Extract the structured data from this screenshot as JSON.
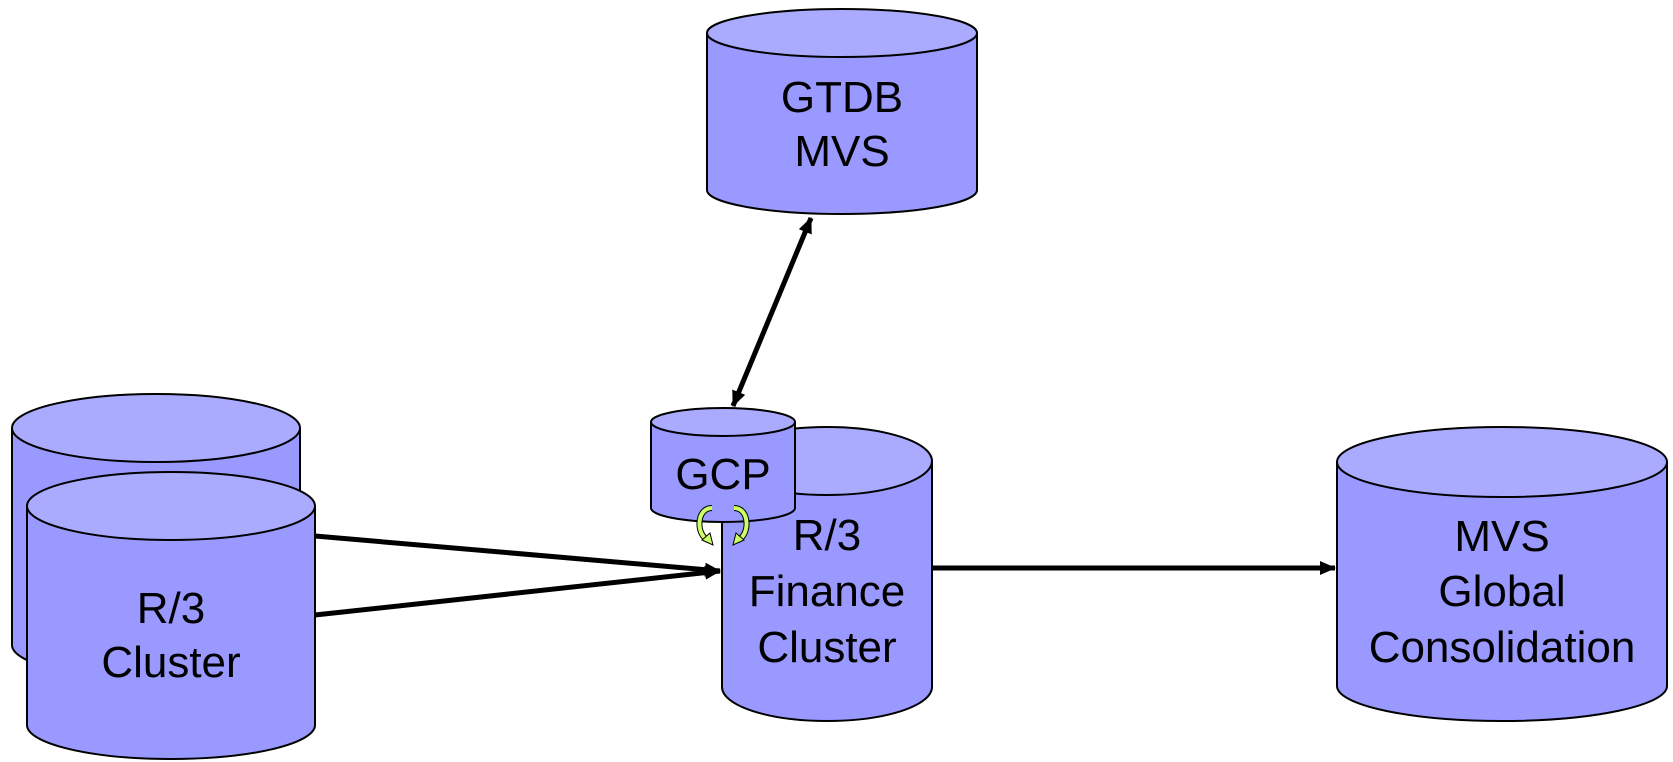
{
  "diagram": {
    "nodes": {
      "gtdb": {
        "line1": "GTDB",
        "line2": "MVS"
      },
      "gcp": {
        "label": "GCP"
      },
      "r3_cluster": {
        "line1": "R/3",
        "line2": "Cluster"
      },
      "r3_finance": {
        "line1": "R/3",
        "line2": "Finance",
        "line3": "Cluster"
      },
      "mvs_global": {
        "line1": "MVS",
        "line2": "Global",
        "line3": "Consolidation"
      }
    },
    "edges": [
      {
        "from": "r3_cluster",
        "to": "r3_finance",
        "direction": "one-way"
      },
      {
        "from": "r3_cluster",
        "to": "r3_finance",
        "direction": "one-way"
      },
      {
        "from": "r3_finance",
        "to": "mvs_global",
        "direction": "one-way"
      },
      {
        "from": "gcp",
        "to": "gtdb",
        "direction": "two-way"
      }
    ],
    "colors": {
      "cylinder_fill": "#9999ff",
      "cylinder_top": "#aaaaff",
      "stroke": "#000000",
      "sync_icon": "#ccff66"
    },
    "icons": [
      "refresh-sync-icon"
    ]
  }
}
